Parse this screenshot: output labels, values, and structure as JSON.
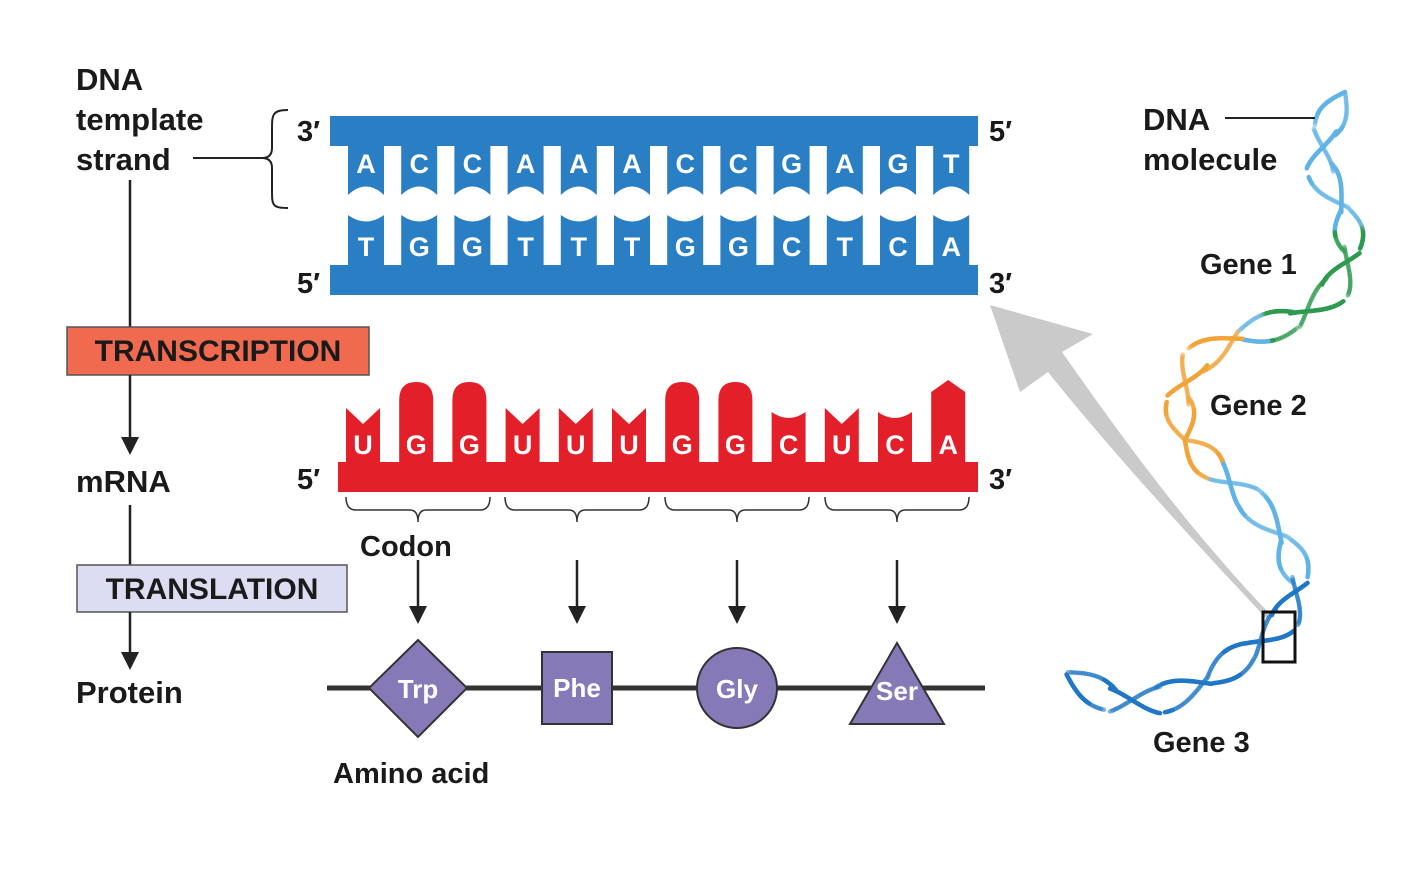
{
  "labels": {
    "dna_template_strand": [
      "DNA",
      "template",
      "strand"
    ],
    "transcription": "TRANSCRIPTION",
    "mrna": "mRNA",
    "translation": "TRANSLATION",
    "protein": "Protein",
    "codon": "Codon",
    "amino_acid": "Amino acid",
    "dna_molecule": [
      "DNA",
      "molecule"
    ],
    "gene1": "Gene 1",
    "gene2": "Gene 2",
    "gene3": "Gene 3"
  },
  "ends": {
    "top_left": "3′",
    "top_right": "5′",
    "bottom_left": "5′",
    "bottom_right": "3′",
    "mrna_left": "5′",
    "mrna_right": "3′"
  },
  "template_bases": [
    "A",
    "C",
    "C",
    "A",
    "A",
    "A",
    "C",
    "C",
    "G",
    "A",
    "G",
    "T"
  ],
  "coding_bases": [
    "T",
    "G",
    "G",
    "T",
    "T",
    "T",
    "G",
    "G",
    "C",
    "T",
    "C",
    "A"
  ],
  "mrna_bases": [
    "U",
    "G",
    "G",
    "U",
    "U",
    "U",
    "G",
    "G",
    "C",
    "U",
    "C",
    "A"
  ],
  "amino_acids": [
    {
      "name": "Trp",
      "shape": "diamond"
    },
    {
      "name": "Phe",
      "shape": "square"
    },
    {
      "name": "Gly",
      "shape": "circle"
    },
    {
      "name": "Ser",
      "shape": "triangle"
    }
  ],
  "colors": {
    "dna_blue": "#2a7fc4",
    "mrna_red": "#e3202a",
    "transcription_box": "#ef6a4f",
    "translation_box": "#dcdcf2",
    "amino_purple": "#8679b8",
    "gene1": "#2e9a4f",
    "gene2": "#f2a43a",
    "helix_blue": "#5fb3e6",
    "gray_arrow": "#c4c4c4"
  }
}
